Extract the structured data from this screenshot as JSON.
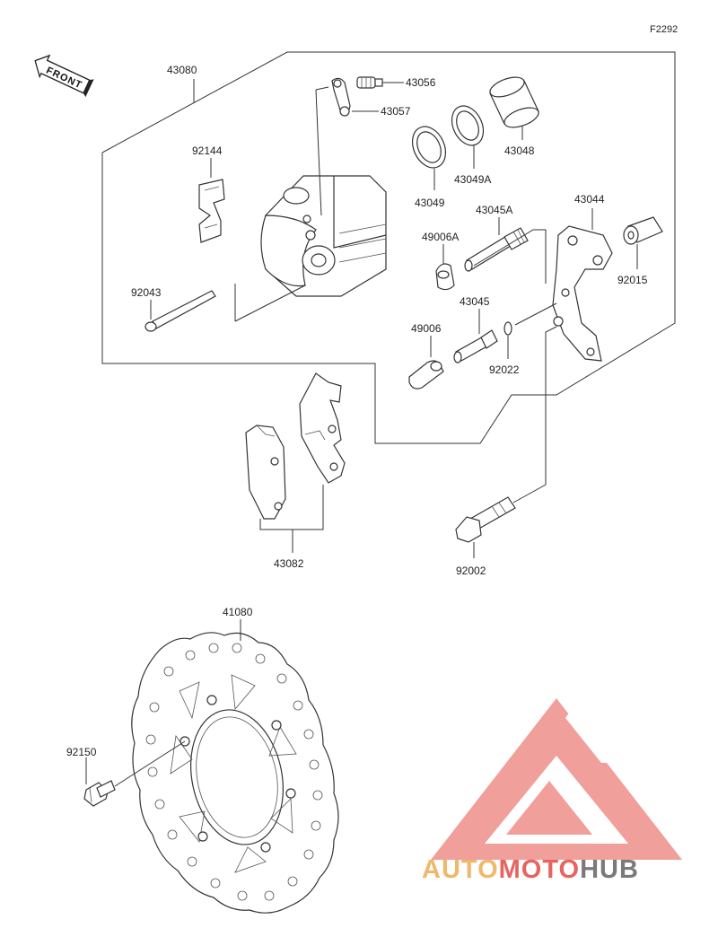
{
  "figure_code": "F2292",
  "front_label": "FRONT",
  "parts": {
    "caliper_assy": "43080",
    "bleeder_valve": "43056",
    "bleeder_cap": "43057",
    "piston": "43048",
    "seal_dust": "43049A",
    "seal_piston": "43049",
    "spring_pad": "92144",
    "pin_pad": "92043",
    "holder": "43044",
    "boot_a": "49006A",
    "shaft_a": "43045A",
    "boot": "49006",
    "shaft": "43045",
    "sleeve": "92015",
    "ring": "92022",
    "pad_assy": "43082",
    "bolt_caliper": "92002",
    "disc": "41080",
    "bolt_disc": "92150"
  },
  "watermark": {
    "part1": "AUTO",
    "part2": "MOTO",
    "part3": "HUB",
    "color_primary": "#f0b86a",
    "color_accent": "#e8655f",
    "color_dark": "#7a7a7a"
  }
}
